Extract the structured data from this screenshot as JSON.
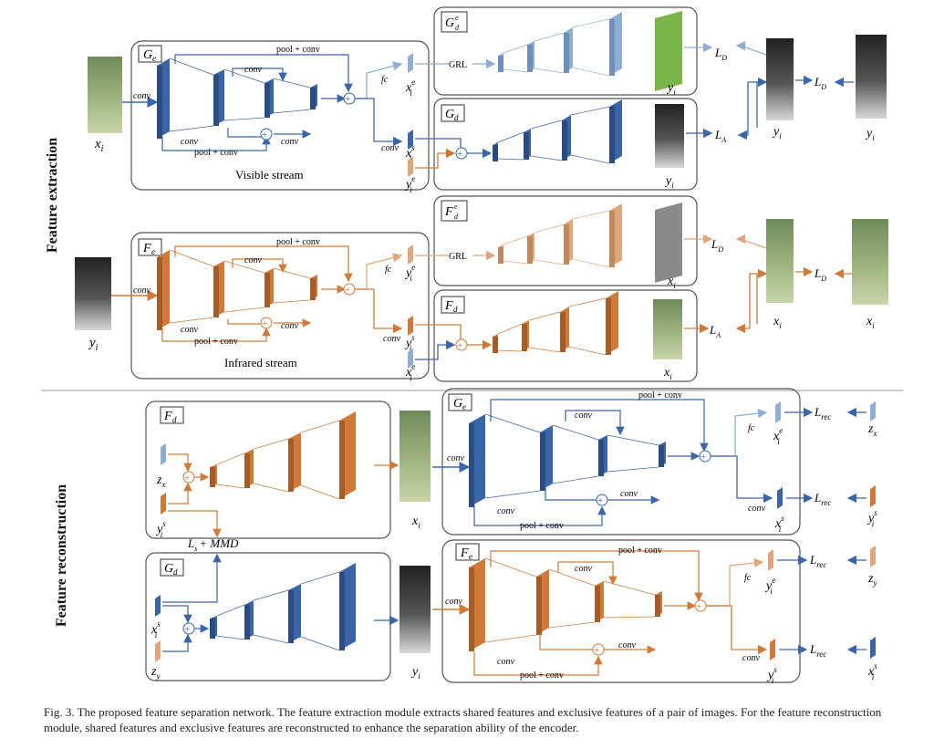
{
  "sections": {
    "top": "Feature extraction",
    "bottom": "Feature reconstruction"
  },
  "labels": {
    "ge": "G",
    "ge_sub": "e",
    "fe": "F",
    "fe_sub": "e",
    "gd": "G",
    "gd_sub": "d",
    "fd": "F",
    "fd_sub": "d",
    "gde": "G",
    "gde_sub": "d",
    "gde_sup": "e",
    "fde": "F",
    "fde_sub": "d",
    "fde_sup": "e",
    "visible_stream": "Visible stream",
    "infrared_stream": "Infrared stream",
    "conv": "conv",
    "pool_conv": "pool + conv",
    "fc": "fc",
    "grl": "GRL",
    "la": "L",
    "la_sub": "A",
    "ld": "L",
    "ld_sub": "D",
    "lrec": "L",
    "lrec_sub": "rec",
    "ls_mmd": "L",
    "ls_mmd_sub": "s",
    "ls_mmd_rest": "+ MMD"
  },
  "vars": {
    "x": "x",
    "y": "y",
    "z": "z",
    "i": "i",
    "e": "e",
    "s": "s"
  },
  "caption": {
    "text": "Fig. 3.   The proposed feature separation network. The feature extraction module extracts shared features and exclusive features of a pair of images. For the feature reconstruction module, shared features and exclusive features are reconstructed to enhance the separation ability of the encoder."
  },
  "colors": {
    "blue": "#3a66a8",
    "blue_light": "#8eaed4",
    "orange": "#d07a3a",
    "orange_light": "#e0a77c",
    "green": "#7ab54a",
    "gray": "#8a8a8a",
    "box_border": "#555555"
  }
}
